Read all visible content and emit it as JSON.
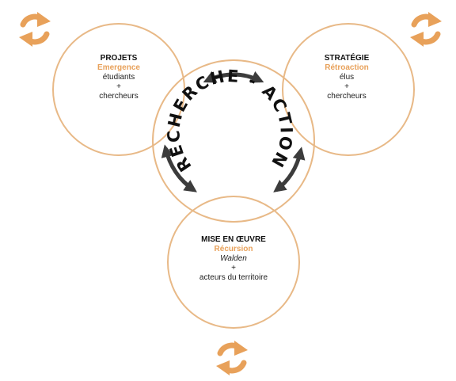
{
  "center_label": "RECHERCHE - ACTION",
  "projets": {
    "title": "PROJETS",
    "subtitle": "Emergence",
    "line1": "étudiants",
    "plus": "+",
    "line2": "chercheurs"
  },
  "strategie": {
    "title": "STRATÉGIE",
    "subtitle": "Rétroaction",
    "line1": "élus",
    "plus": "+",
    "line2": "chercheurs"
  },
  "mise": {
    "title": "MISE EN ŒUVRE",
    "subtitle": "Récursion",
    "line1": "Walden",
    "plus": "+",
    "line2": "acteurs du territoire"
  },
  "colors": {
    "accent": "#e8a15a",
    "circle_stroke": "#e8b987",
    "arrow": "#3c3c3c",
    "text": "#222222"
  },
  "icons": {
    "cycle": "refresh-cycle-icon",
    "arrow": "double-headed-arrow-icon"
  }
}
